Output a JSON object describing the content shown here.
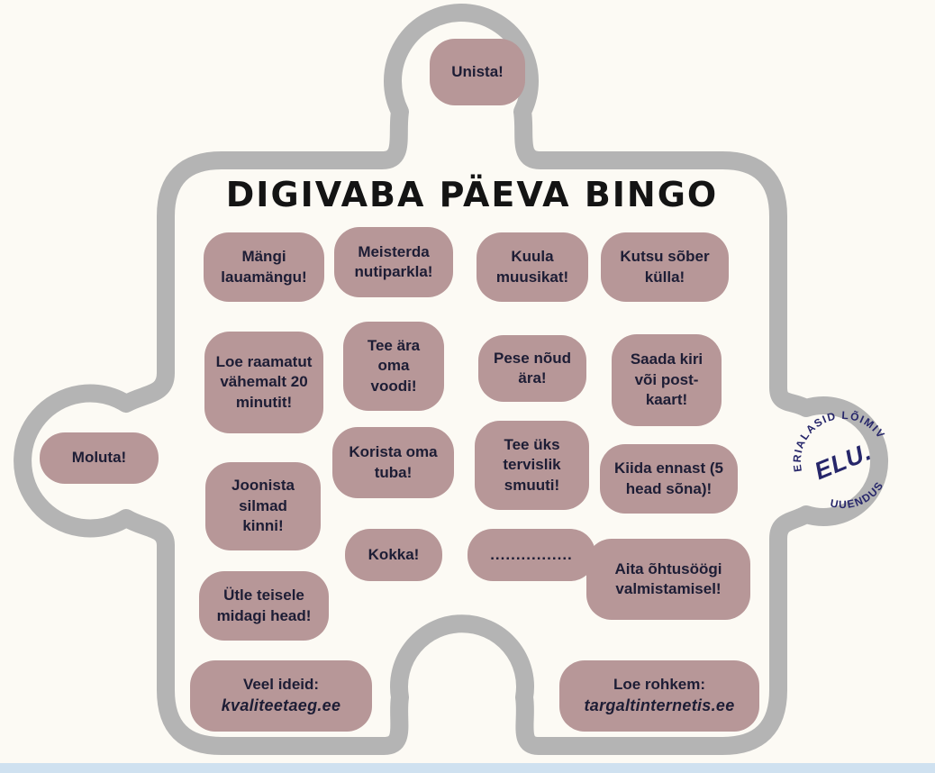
{
  "title": "DIGIVABA PÄEVA BINGO",
  "colors": {
    "bubble": "#b79798",
    "outline": "#b4b4b4",
    "text": "#1d1d35",
    "logo_navy": "#26266a",
    "page_edge": "#cfe1f0"
  },
  "cells": {
    "unista": "Unista!",
    "moluta": "Moluta!",
    "mangi": "Mängi lauamängu!",
    "loe_raamatut": "Loe raamatut vähemalt 20 minutit!",
    "joonista": "Joonista silmad kinni!",
    "utle_teisele": "Ütle teisele midagi head!",
    "meisterda": "Meisterda nutiparkla!",
    "tee_ara_voodi": "Tee ära oma voodi!",
    "korista": "Korista oma tuba!",
    "kokka": "Kokka!",
    "kuula": "Kuula muusikat!",
    "pese_nouad": "Pese nõud ära!",
    "tervislik_smuuti": "Tee üks tervislik smuuti!",
    "fill_in_blank": "................",
    "kutsu_sober": "Kutsu sõber külla!",
    "saada_kiri": "Saada kiri või post-kaart!",
    "kiida_ennast": "Kiida ennast (5 head sõna)!",
    "aita_ohtusoogi": "Aita õhtusöögi valmistamisel!"
  },
  "footer_left": {
    "label": "Veel ideid:",
    "link": "kvaliteetaeg.ee"
  },
  "footer_right": {
    "label": "Loe rohkem:",
    "link": "targaltinternetis.ee"
  },
  "logo": {
    "arc_top": "ERIALASID LÕIMIV",
    "arc_bottom": "UUENDUS",
    "center": "ELU."
  }
}
